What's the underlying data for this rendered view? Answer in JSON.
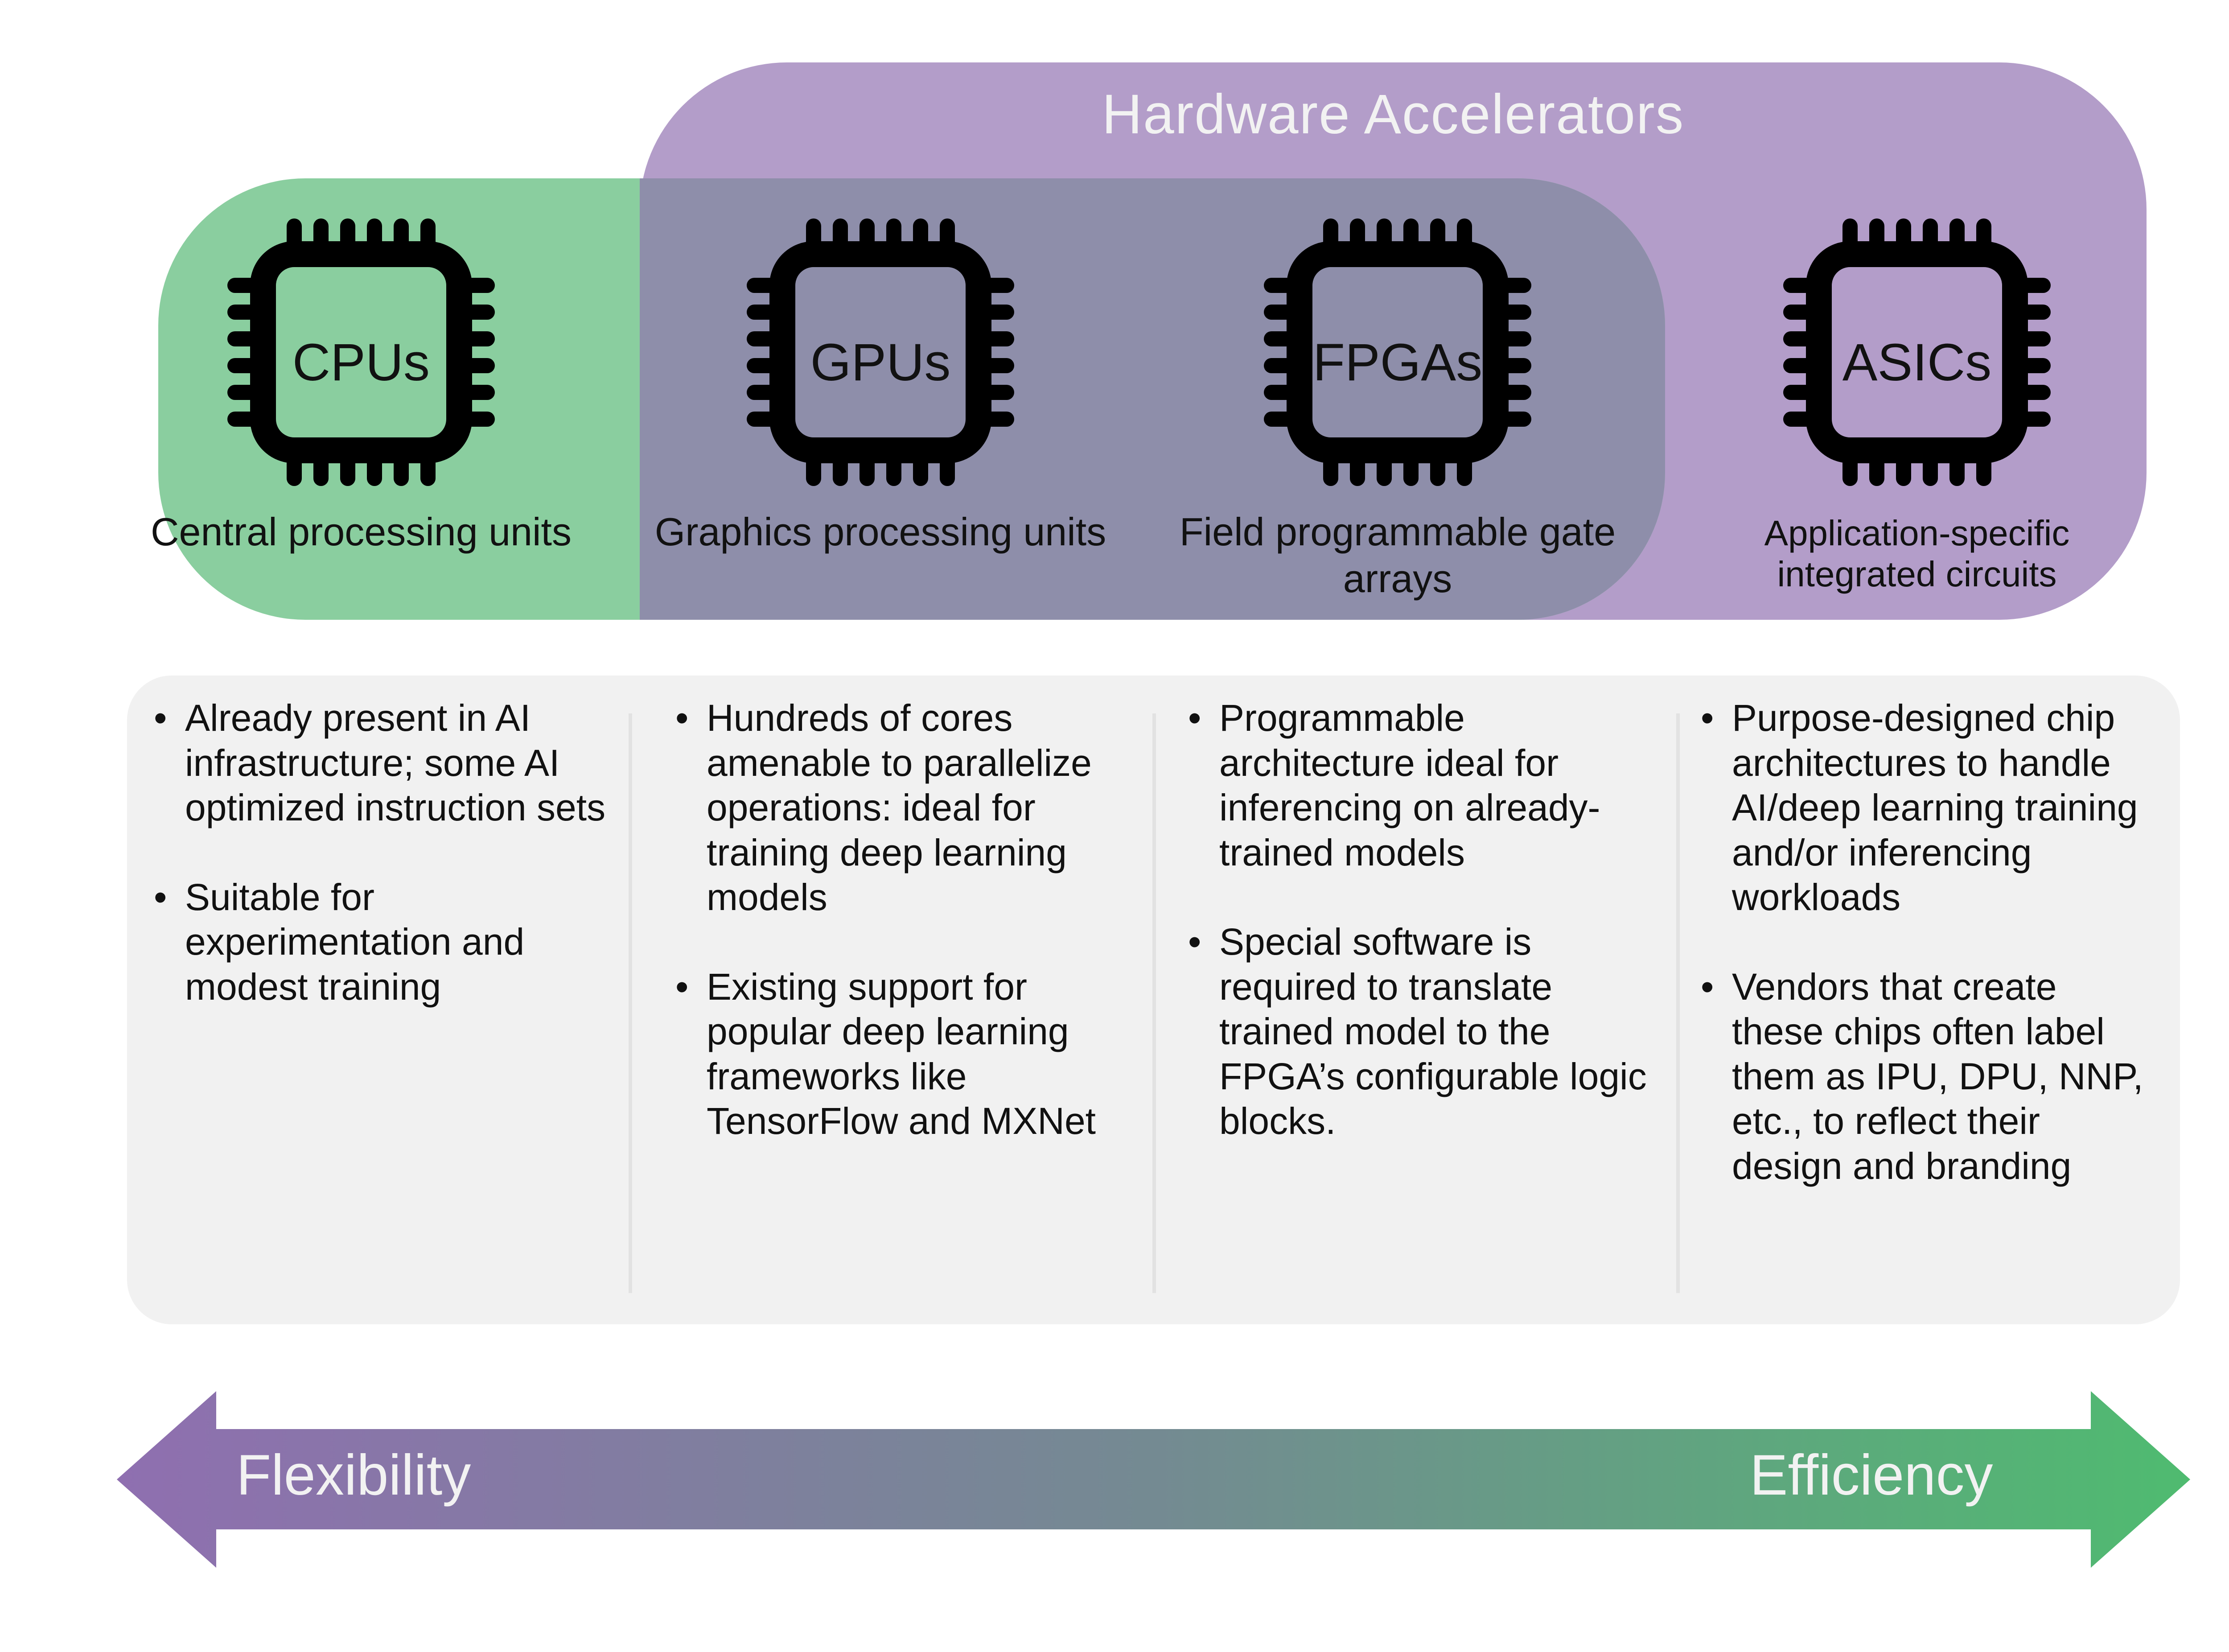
{
  "header": {
    "title": "Hardware Accelerators"
  },
  "colors": {
    "cpu_green": "#8ace9f",
    "accelerator_purple": "#b39dc9",
    "overlap": "#8e8eaa",
    "panel": "#f1f1f1",
    "arrow_start": "#8f6fb0",
    "arrow_end": "#4fbb70"
  },
  "chips": [
    {
      "icon": "chip-icon",
      "label": "CPUs",
      "subtitle": "Central processing units"
    },
    {
      "icon": "chip-icon",
      "label": "GPUs",
      "subtitle": "Graphics processing units"
    },
    {
      "icon": "chip-icon",
      "label": "FPGAs",
      "subtitle": "Field programmable gate arrays"
    },
    {
      "icon": "chip-icon",
      "label": "ASICs",
      "subtitle": "Application-specific integrated circuits"
    }
  ],
  "columns": [
    {
      "bullets": [
        "Already present in AI infrastructure; some AI optimized instruction sets",
        "Suitable for experimentation and modest training"
      ]
    },
    {
      "bullets": [
        "Hundreds of cores amenable to parallelize operations: ideal for training deep learning models",
        "Existing support for popular deep learning frameworks like TensorFlow and MXNet"
      ]
    },
    {
      "bullets": [
        "Programmable architecture ideal for inferencing on already-trained models",
        "Special software is required to translate trained model to the FPGA’s configurable logic blocks."
      ]
    },
    {
      "bullets": [
        "Purpose-designed chip architectures to handle AI/deep learning training and/or inferencing workloads",
        "Vendors that create these chips often label them as IPU, DPU, NNP, etc., to reflect their design and branding"
      ]
    }
  ],
  "arrow": {
    "left_label": "Flexibility",
    "right_label": "Efficiency"
  }
}
